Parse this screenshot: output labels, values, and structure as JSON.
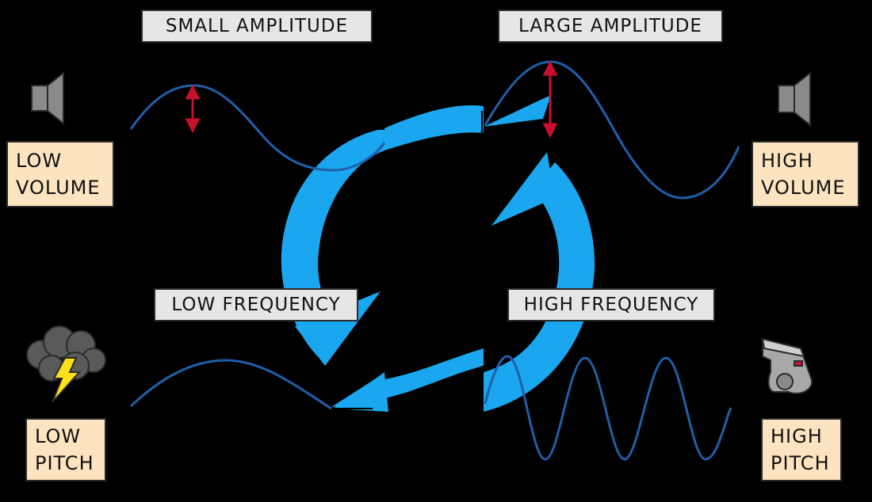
{
  "labels": {
    "small_amplitude": "SMALL AMPLITUDE",
    "large_amplitude": "LARGE AMPLITUDE",
    "low_frequency": "LOW FREQUENCY",
    "high_frequency": "HIGH FREQUENCY"
  },
  "outcomes": {
    "low_volume": [
      "LOW",
      "VOLUME"
    ],
    "high_volume": [
      "HIGH",
      "VOLUME"
    ],
    "low_pitch": [
      "LOW",
      "PITCH"
    ],
    "high_pitch": [
      "HIGH",
      "PITCH"
    ]
  },
  "icons": {
    "quiet_speaker": "speaker-icon",
    "loud_speaker": "speaker-icon",
    "thunder": "storm-cloud-icon",
    "whistle": "whistle-icon"
  },
  "colors": {
    "background": "#000000",
    "cycle_arrow": "#1aa7f0",
    "wave": "#1f5fa8",
    "amplitude_arrow": "#c8102e",
    "label_box": "#e6e6e6",
    "outcome_box": "#fde4c0"
  }
}
